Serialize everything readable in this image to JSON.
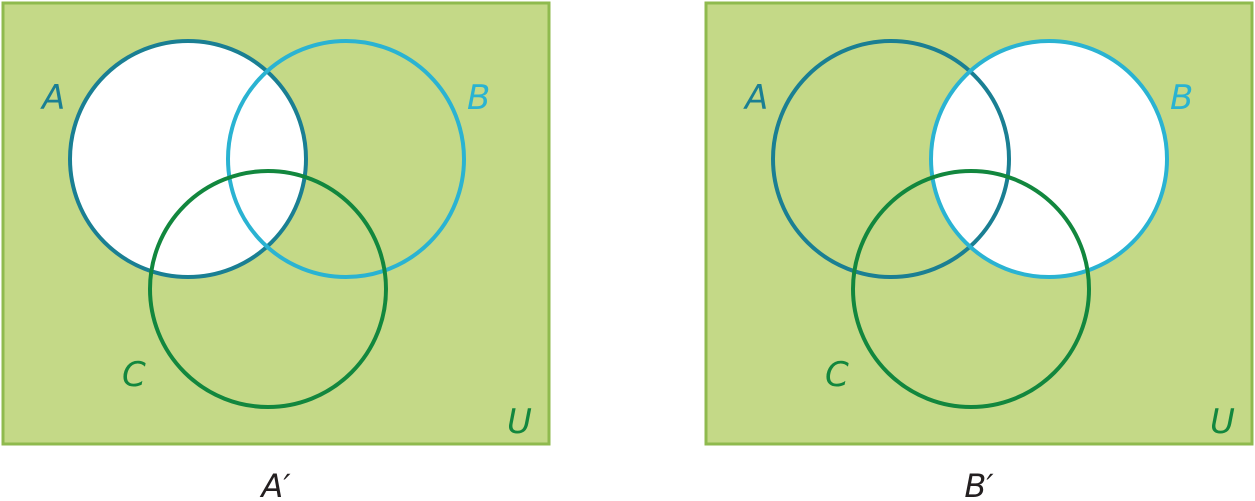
{
  "colors": {
    "universe_fill": "#c4d987",
    "universe_stroke": "#8fba4e",
    "set_a": "#1a7f93",
    "set_b": "#2ab3d2",
    "set_c": "#12873e",
    "unshaded": "#ffffff"
  },
  "diagrams": [
    {
      "caption": "A′",
      "labels": {
        "a": "A",
        "b": "B",
        "c": "C",
        "u": "U"
      },
      "complement_of": "A"
    },
    {
      "caption": "B′",
      "labels": {
        "a": "A",
        "b": "B",
        "c": "C",
        "u": "U"
      },
      "complement_of": "B"
    }
  ]
}
